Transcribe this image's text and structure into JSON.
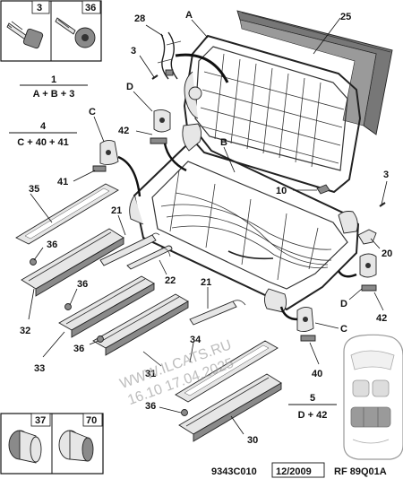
{
  "labels": {
    "l3_top": "3",
    "l36_top": "36",
    "l28": "28",
    "lA_top": "A",
    "l25": "25",
    "l3_mid": "3",
    "lD_top": "D",
    "l42_top": "42",
    "lC_left": "C",
    "lB": "B",
    "l41": "41",
    "l10": "10",
    "l3_right": "3",
    "l35": "35",
    "l21_mid": "21",
    "l36_mid": "36",
    "l20": "20",
    "l22": "22",
    "l32": "32",
    "l36_low": "36",
    "l21_low": "21",
    "lD_right": "D",
    "l42_right": "42",
    "lC_right": "C",
    "l33": "33",
    "l36_left": "36",
    "l34": "34",
    "l31": "31",
    "l40": "40",
    "l36_bot": "36",
    "l30": "30",
    "l37": "37",
    "l70": "70"
  },
  "formulas": {
    "f1_num": "1",
    "f1_expr": "A + B + 3",
    "f4_num": "4",
    "f4_expr": "C + 40 + 41",
    "f5_num": "5",
    "f5_expr": "D + 42"
  },
  "footer": {
    "ref_left": "9343C010",
    "date": "12/2009",
    "ref_right": "RF 89Q01A"
  },
  "watermark": {
    "line1": "WWW.ILCATS.RU",
    "line2": "16.10 17.04.2025"
  }
}
